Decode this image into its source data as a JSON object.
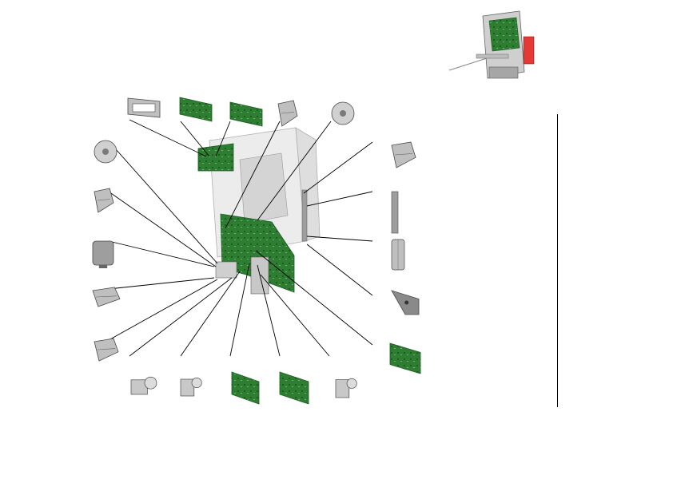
{
  "diagram": {
    "type": "exploded-parts-view",
    "parts": [
      {
        "id": "bracket-frame",
        "kind": "frame-bracket",
        "color": "#bfbfbf"
      },
      {
        "id": "pcb-top-1",
        "kind": "circuit-board",
        "color": "#2e7d32"
      },
      {
        "id": "pcb-top-2",
        "kind": "circuit-board",
        "color": "#2e7d32"
      },
      {
        "id": "sensor-post",
        "kind": "sensor",
        "color": "#bfbfbf"
      },
      {
        "id": "pulley-top",
        "kind": "pulley",
        "color": "#d0d0d0"
      },
      {
        "id": "pulley-left",
        "kind": "pulley",
        "color": "#d0d0d0"
      },
      {
        "id": "clip-left",
        "kind": "clip",
        "color": "#bfbfbf"
      },
      {
        "id": "motor-left",
        "kind": "motor",
        "color": "#9e9e9e"
      },
      {
        "id": "rail-bracket-left",
        "kind": "bracket",
        "color": "#bfbfbf"
      },
      {
        "id": "connector-block",
        "kind": "connector",
        "color": "#bfbfbf"
      },
      {
        "id": "gear-unit-a",
        "kind": "gear-assembly",
        "color": "#c8c8c8"
      },
      {
        "id": "gear-unit-b",
        "kind": "gear-assembly",
        "color": "#c8c8c8"
      },
      {
        "id": "pcb-bottom-1",
        "kind": "circuit-board",
        "color": "#2e7d32"
      },
      {
        "id": "pcb-bottom-2",
        "kind": "circuit-board",
        "color": "#2e7d32"
      },
      {
        "id": "gear-unit-c",
        "kind": "gear-assembly",
        "color": "#c8c8c8"
      },
      {
        "id": "pcb-right",
        "kind": "circuit-board",
        "color": "#2e7d32"
      },
      {
        "id": "hinge-right-top",
        "kind": "hinge",
        "color": "#bfbfbf"
      },
      {
        "id": "rod-right",
        "kind": "rod",
        "color": "#9e9e9e"
      },
      {
        "id": "sleeve-right",
        "kind": "sleeve",
        "color": "#bfbfbf"
      },
      {
        "id": "wedge-right",
        "kind": "wedge-bracket",
        "color": "#8a8a8a"
      }
    ],
    "assembly": {
      "frame_color": "#d6d6d6",
      "board_color": "#2e7d32"
    },
    "thumbnail": {
      "accent_color": "#e53935",
      "frame_color": "#9e9e9e"
    }
  }
}
